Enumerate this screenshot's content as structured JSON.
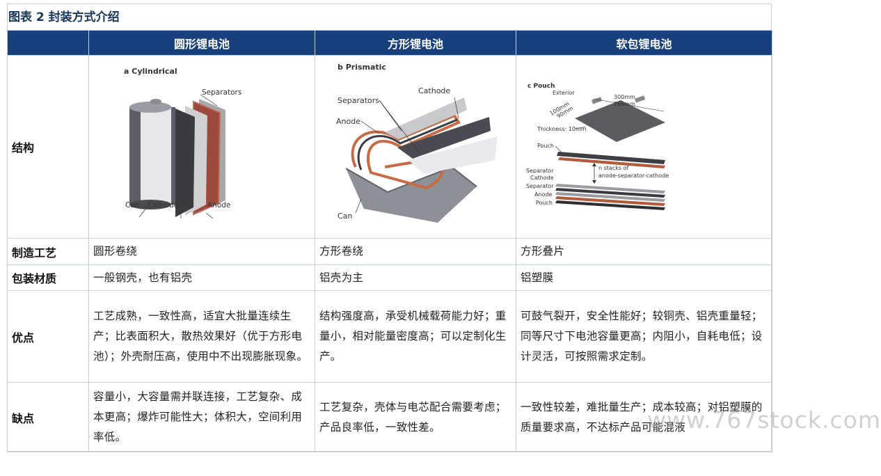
{
  "title": "图表 2   封装方式介绍",
  "columns": [
    "",
    "圆形锂电池",
    "方形锂电池",
    "软包锂电池"
  ],
  "rows": {
    "structure": {
      "label": "结构"
    },
    "process": {
      "label": "制造工艺",
      "cells": [
        "圆形卷绕",
        "方形卷绕",
        "方形叠片"
      ]
    },
    "material": {
      "label": "包装材质",
      "cells": [
        "一般钢壳，也有铝壳",
        "铝壳为主",
        "铝塑膜"
      ]
    },
    "pros": {
      "label": "优点",
      "cells": [
        "工艺成熟，一致性高，适宜大批量连续生产；比表面积大，散热效果好（优于方形电池）；外壳耐压高，使用中不出现膨胀现象。",
        "结构强度高，承受机械载荷能力好；重量小，相对能量密度高；可以定制化生产。",
        "可鼓气裂开，安全性能好；较铜壳、铝壳重量轻；同等尺寸下电池容量更高；内阻小，自耗电低；设计灵活，可按照需求定制。"
      ]
    },
    "cons": {
      "label": "缺点",
      "cells": [
        "容量小，大容量需并联连接，工艺复杂、成本更高；爆炸可能性大；体积大，空间利用率低。",
        "工艺复杂，壳体与电芯配合需要考虑；产品良率低，一致性差。",
        "一致性较差，难批量生产；成本较高；对铝塑膜的质量要求高，不达标产品可能混液"
      ]
    }
  },
  "figures": {
    "cylindrical": {
      "title": "a Cylindrical",
      "labels": [
        "Separators",
        "Can",
        "Cathode",
        "Anode"
      ]
    },
    "prismatic": {
      "title": "b Prismatic",
      "labels": [
        "Separators",
        "Cathode",
        "Anode",
        "Can"
      ]
    },
    "pouch": {
      "title": "c Pouch",
      "labels": [
        "Exterior",
        "300mm",
        "265mm",
        "100mm",
        "90mm",
        "Thickness: 10mm",
        "Pouch",
        "n stacks of",
        "anode-separator-cathode",
        "Separator",
        "Cathode",
        "Separator",
        "Anode",
        "Pouch"
      ]
    }
  },
  "watermark": "www.767stock.com",
  "colors": {
    "header_bg": "#17407c",
    "title": "#17365d"
  }
}
